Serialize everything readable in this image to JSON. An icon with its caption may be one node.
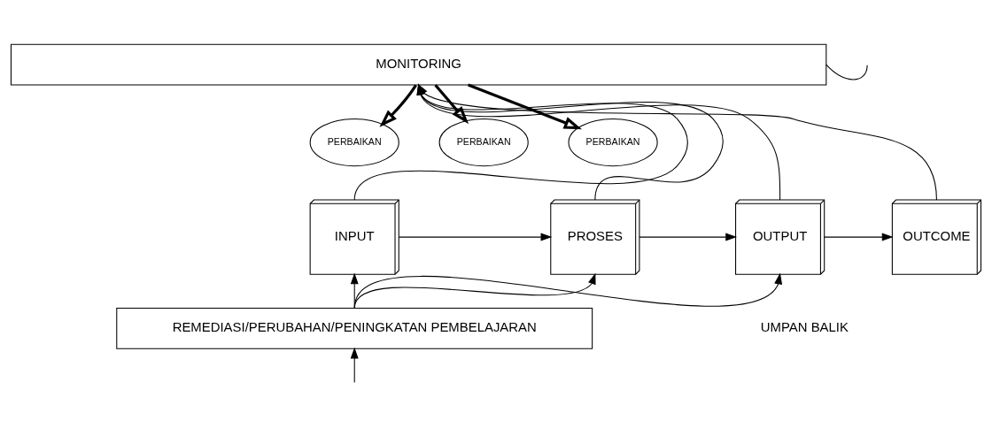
{
  "diagram": {
    "nodes": [
      {
        "text": [
          "MONITORING"
        ]
      },
      {
        "text": [
          "PERBAIKAN"
        ]
      },
      {
        "text": [
          "PERBAIKAN"
        ]
      },
      {
        "text": [
          "PERBAIKAN"
        ]
      },
      {
        "text": [
          "INPUT"
        ]
      },
      {
        "text": [
          "PROSES"
        ]
      },
      {
        "text": [
          "OUTPUT"
        ]
      },
      {
        "text": [
          "OUTCOME"
        ]
      },
      {
        "text": [
          "REMEDIASI/PERUBAHAN/PENINGKATAN PEMBELAJARAN"
        ]
      }
    ],
    "edges": [
      {
        "from": 4,
        "to": 0,
        "arrow": "to"
      },
      {
        "from": 5,
        "to": 0,
        "arrow": "to"
      },
      {
        "from": 6,
        "to": 0,
        "arrow": "to"
      },
      {
        "from": 7,
        "to": 0,
        "arrow": "to"
      },
      {
        "from": 0,
        "to": 1,
        "arrow": "to",
        "style": "thick"
      },
      {
        "from": 0,
        "to": 2,
        "arrow": "to",
        "style": "thick"
      },
      {
        "from": 0,
        "to": 3,
        "arrow": "to",
        "style": "thick"
      },
      {
        "from": 4,
        "to": 5,
        "arrow": "to"
      },
      {
        "from": 5,
        "to": 6,
        "arrow": "to"
      },
      {
        "from": 6,
        "to": 7,
        "arrow": "to"
      },
      {
        "from": 8,
        "to": 4,
        "arrow": "to"
      },
      {
        "from": 8,
        "to": 5,
        "arrow": "to"
      },
      {
        "from": 8,
        "to": 6,
        "arrow": "to"
      },
      {
        "from": null,
        "to": 8,
        "arrow": "to"
      },
      {
        "from": 0,
        "to": null,
        "arrow": "none"
      }
    ],
    "labels": [
      "UMPAN BALIK"
    ]
  }
}
